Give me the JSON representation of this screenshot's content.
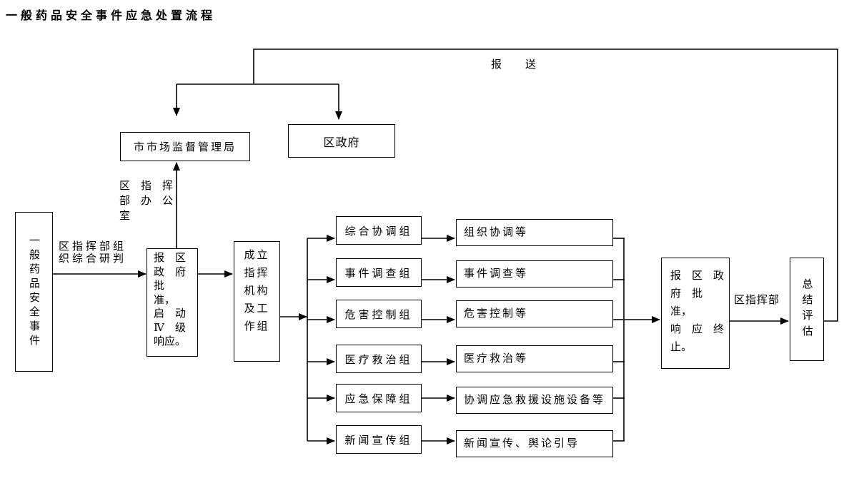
{
  "title": "一般药品安全事件应急处置流程",
  "labels": {
    "report_send": "报　　送",
    "research_note": [
      "区指挥部组",
      "织综合研判"
    ],
    "office_note": [
      "区　指　挥",
      "部　办　公",
      "室"
    ],
    "commander_note": "区指挥部"
  },
  "boxes": {
    "incident": "一般药品安全事件",
    "city_bureau": "市市场监督管理局",
    "district_gov": "区政府",
    "approve_start": [
      "报　区",
      "政　府",
      "批　准，",
      "启　动",
      "Ⅳ　级",
      "响应。"
    ],
    "setup_command": [
      "成立",
      "指挥",
      "机构",
      "及工",
      "作组"
    ],
    "groups": [
      "综合协调组",
      "事件调查组",
      "危害控制组",
      "医疗救治组",
      "应急保障组",
      "新闻宣传组"
    ],
    "tasks": [
      "组织协调等",
      "事件调查等",
      "危害控制等",
      "医疗救治等",
      "协调应急救援设施设备等",
      "新闻宣传、舆论引导"
    ],
    "approve_end": [
      "报　区　政",
      "府　批　准，",
      "响　应　终",
      "止。"
    ],
    "summary": "总结评估"
  }
}
